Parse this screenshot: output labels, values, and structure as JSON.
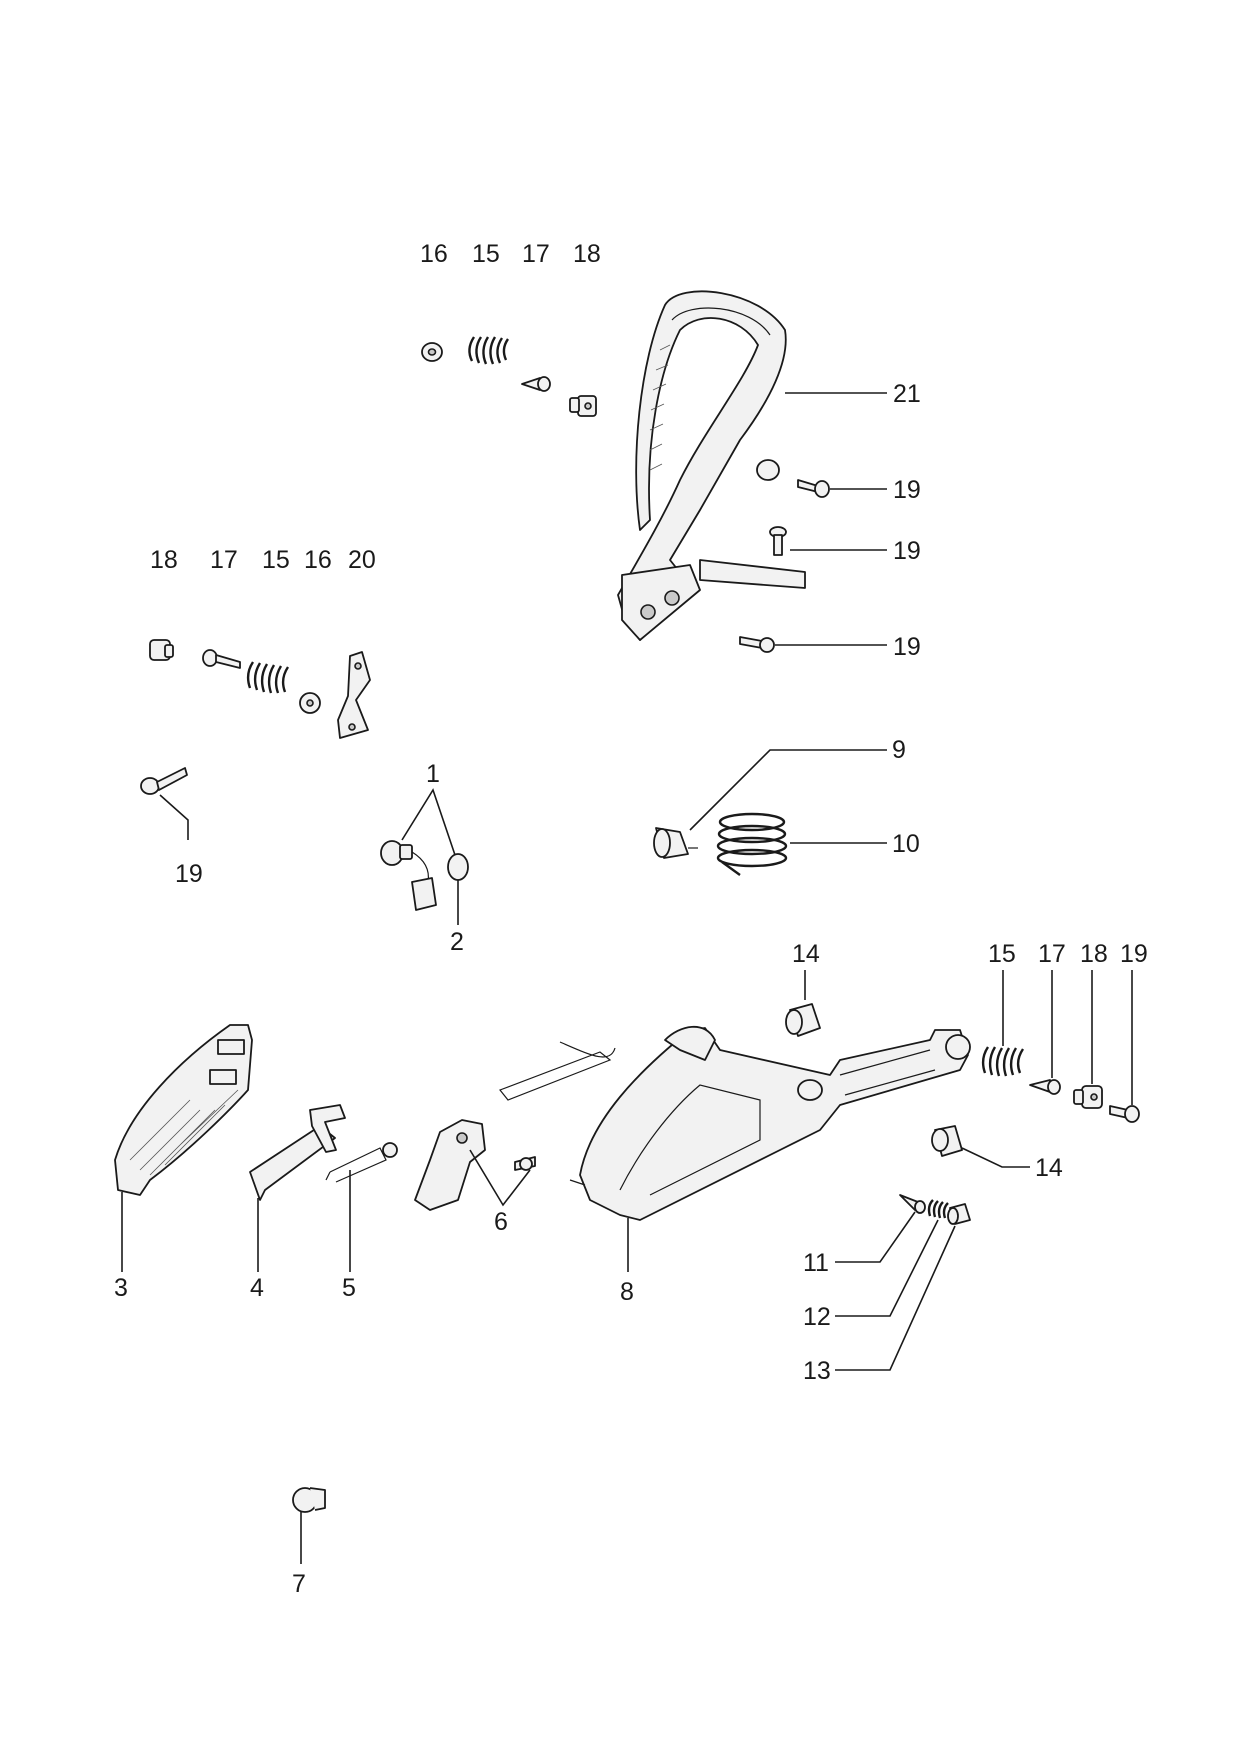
{
  "callouts": [
    {
      "id": "c16a",
      "label": "16"
    },
    {
      "id": "c15a",
      "label": "15"
    },
    {
      "id": "c17a",
      "label": "17"
    },
    {
      "id": "c18a",
      "label": "18"
    },
    {
      "id": "c21",
      "label": "21"
    },
    {
      "id": "c19a",
      "label": "19"
    },
    {
      "id": "c19b",
      "label": "19"
    },
    {
      "id": "c19c",
      "label": "19"
    },
    {
      "id": "c18b",
      "label": "18"
    },
    {
      "id": "c17b",
      "label": "17"
    },
    {
      "id": "c15b",
      "label": "15"
    },
    {
      "id": "c16b",
      "label": "16"
    },
    {
      "id": "c20",
      "label": "20"
    },
    {
      "id": "c19d",
      "label": "19"
    },
    {
      "id": "c1",
      "label": "1"
    },
    {
      "id": "c2",
      "label": "2"
    },
    {
      "id": "c9",
      "label": "9"
    },
    {
      "id": "c10",
      "label": "10"
    },
    {
      "id": "c14a",
      "label": "14"
    },
    {
      "id": "c15c",
      "label": "15"
    },
    {
      "id": "c17c",
      "label": "17"
    },
    {
      "id": "c18c",
      "label": "18"
    },
    {
      "id": "c19e",
      "label": "19"
    },
    {
      "id": "c14b",
      "label": "14"
    },
    {
      "id": "c3",
      "label": "3"
    },
    {
      "id": "c4",
      "label": "4"
    },
    {
      "id": "c5",
      "label": "5"
    },
    {
      "id": "c6",
      "label": "6"
    },
    {
      "id": "c8",
      "label": "8"
    },
    {
      "id": "c11",
      "label": "11"
    },
    {
      "id": "c12",
      "label": "12"
    },
    {
      "id": "c13",
      "label": "13"
    },
    {
      "id": "c7",
      "label": "7"
    }
  ]
}
